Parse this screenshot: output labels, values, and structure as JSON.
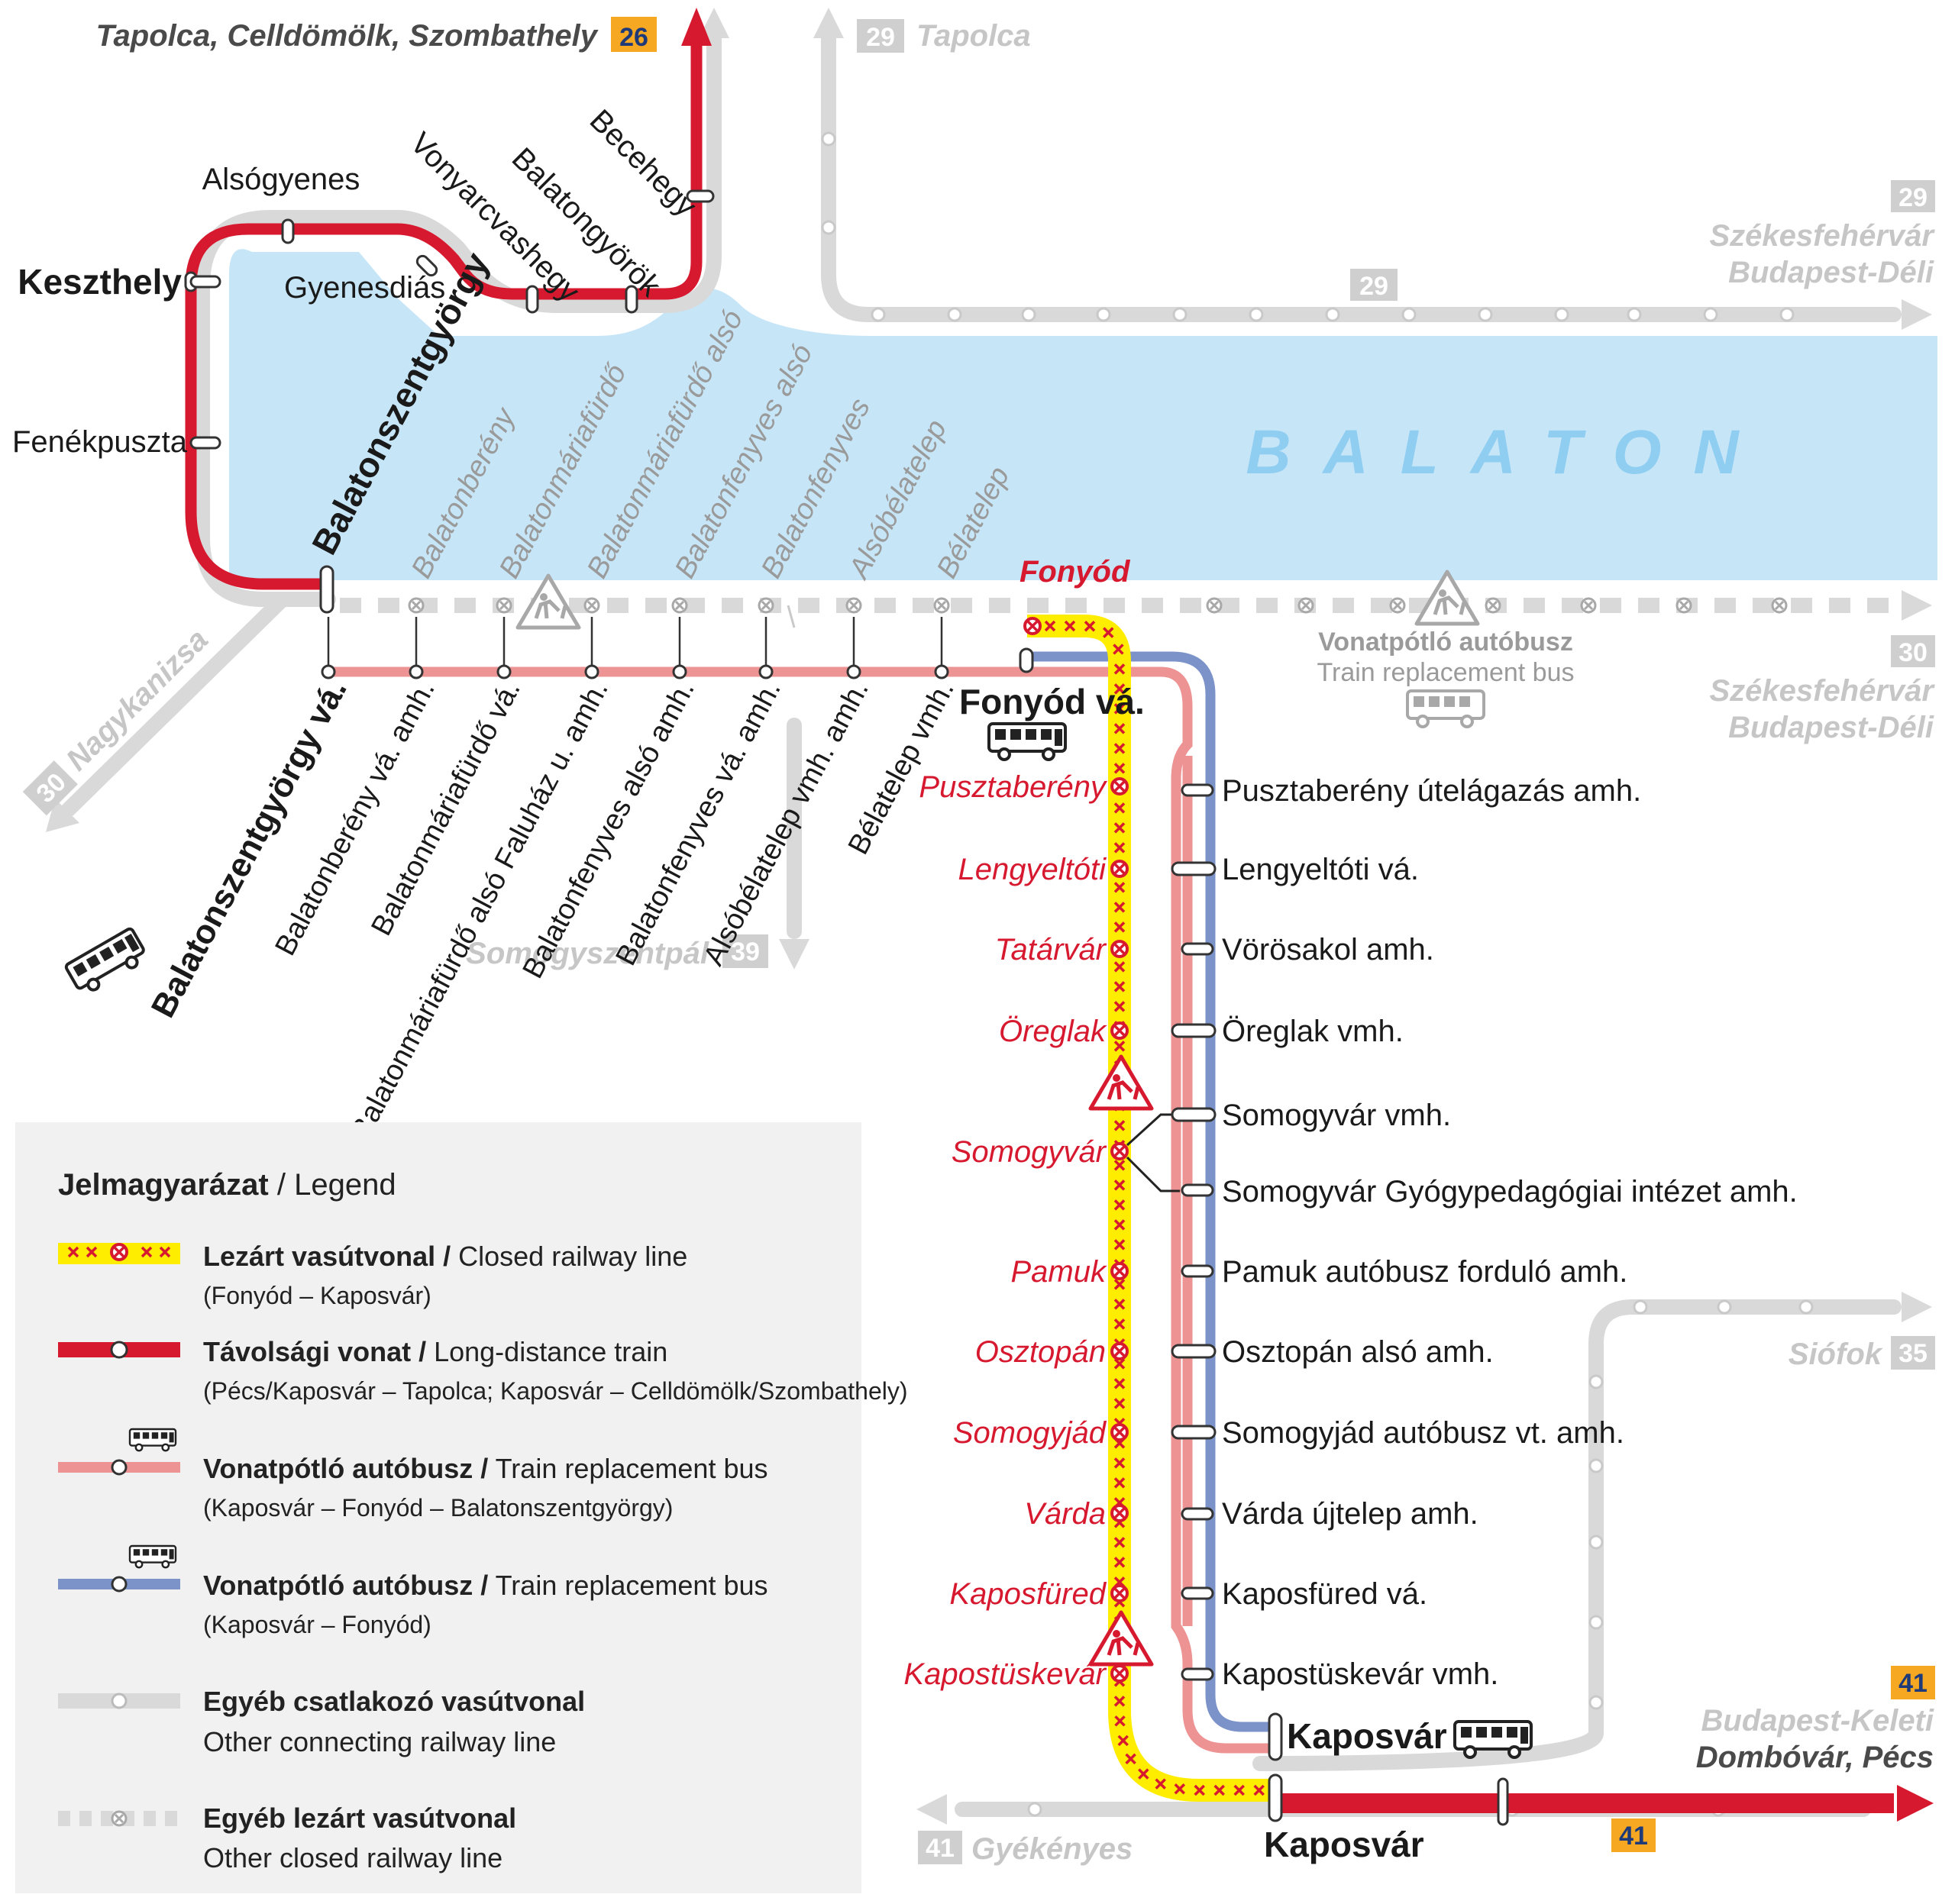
{
  "colors": {
    "long_distance": "#d7192f",
    "replacement_red": "#ee9393",
    "replacement_blue": "#7b93c9",
    "closed": "#ffed00",
    "other": "#d9d9d9",
    "lake": "#c6e6f8",
    "number_orange": "#f7a823",
    "number_grey": "#cfcfcf"
  },
  "lake_name": "BALATON",
  "directions": {
    "top_left": "Tapolca, Celldömölk, Szombathely",
    "top_left_num": "26",
    "top_mid": "Tapolca",
    "top_mid_num": "29",
    "right1_num": "29",
    "right1_a": "Székesfehérvár",
    "right1_b": "Budapest-Déli",
    "mid_num": "29",
    "right2_num": "30",
    "right2_a": "Székesfehérvár",
    "right2_b": "Budapest-Déli",
    "nagykanizsa_num": "30",
    "nagykanizsa": "Nagykanizsa",
    "somogyszentpal": "Somogyszentpál",
    "somogyszentpal_num": "39",
    "siofok": "Siófok",
    "siofok_num": "35",
    "r41_num": "41",
    "r41_a": "Budapest-Keleti",
    "r41_b": "Dombóvár, Pécs",
    "bottom41_num": "41",
    "gyekenyes_num": "41",
    "gyekenyes": "Gyékényes"
  },
  "north_shore": {
    "keszthely": "Keszthely",
    "fenekpuszta": "Fenékpuszta",
    "alsogyenes": "Alsógyenes",
    "gyenesdias": "Gyenesdiás",
    "vonyarcvashegy": "Vonyarcvashegy",
    "balatongyorok": "Balatongyörök",
    "becehegy": "Becehegy"
  },
  "closed_south_stations": [
    "Balatonberény",
    "Balatonmáriafürdő",
    "Balatonmáriafürdő alsó",
    "Balatonfenyves alsó",
    "Balatonfenyves",
    "Alsóbélatelep",
    "Bélatelep"
  ],
  "balatonszentgyorgy": "Balatonszentgyörgy",
  "fonyod": "Fonyód",
  "fonyod_bus": "Fonyód vá.",
  "bus_stops_west": [
    "Balatonszentgyörgy vá.",
    "Balatonberény vá. amh.",
    "Balatonmáriafürdő vá.",
    "Balatonmáriafürdő alsó Faluház u. amh.",
    "Balatonfenyves alsó amh.",
    "Balatonfenyves vá. amh.",
    "Alsóbélatelep vmh. amh.",
    "Bélatelep vmh."
  ],
  "replacement_label": "Vonatpótló autóbusz",
  "replacement_label_en": "Train replacement bus",
  "south_stations": [
    "Pusztaberény",
    "Lengyeltóti",
    "Tatárvár",
    "Öreglak",
    "Somogyvár",
    "Pamuk",
    "Osztopán",
    "Somogyjád",
    "Várda",
    "Kaposfüred",
    "Kapostüskevár"
  ],
  "south_bus_stops": [
    "Pusztaberény útelágazás amh.",
    "Lengyeltóti vá.",
    "Vörösakol amh.",
    "Öreglak vmh.",
    "Somogyvár vmh.",
    "Somogyvár Gyógypedagógiai intézet amh.",
    "Pamuk autóbusz forduló amh.",
    "Osztopán alsó amh.",
    "Somogyjád autóbusz vt. amh.",
    "Várda újtelep amh.",
    "Kaposfüred vá.",
    "Kapostüskevár vmh."
  ],
  "kaposvar_va": "Kaposvár vá.",
  "kaposvar": "Kaposvár",
  "legend": {
    "title_bold": "Jelmagyarázat",
    "title_rest": "/ Legend",
    "items": [
      {
        "bold": "Lezárt vasútvonal /",
        "rest": "Closed railway line",
        "sub": "(Fonyód – Kaposvár)"
      },
      {
        "bold": "Távolsági vonat /",
        "rest": "Long-distance train",
        "sub": "(Pécs/Kaposvár – Tapolca; Kaposvár – Celldömölk/Szombathely)"
      },
      {
        "bold": "Vonatpótló autóbusz /",
        "rest": "Train replacement bus",
        "sub": "(Kaposvár – Fonyód – Balatonszentgyörgy)"
      },
      {
        "bold": "Vonatpótló autóbusz /",
        "rest": "Train replacement bus",
        "sub": "(Kaposvár – Fonyód)"
      },
      {
        "bold": "Egyéb csatlakozó vasútvonal",
        "rest": "",
        "sub": "Other connecting railway line"
      },
      {
        "bold": "Egyéb lezárt vasútvonal",
        "rest": "",
        "sub": "Other closed railway line"
      }
    ]
  }
}
